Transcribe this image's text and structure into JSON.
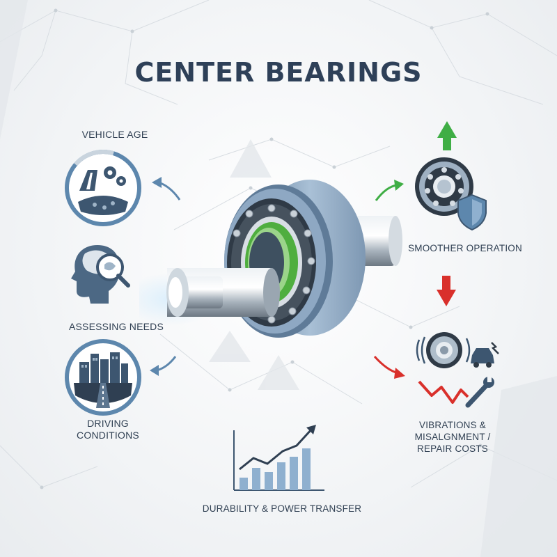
{
  "title": "CENTER BEARINGS",
  "labels": {
    "vehicle_age": "VEHICLE AGE",
    "assessing_needs": "ASSESSING NEEDS",
    "driving_conditions_1": "DRIVING",
    "driving_conditions_2": "CONDITIONS",
    "smoother_operation": "SMOOTHER OPERATION",
    "vibrations_1": "VIBRATIONS &",
    "vibrations_2": "MISALGNMENT /",
    "vibrations_3": "REPAIR COSTS",
    "durability": "DURABILITY & POWER TRANSFER"
  },
  "colors": {
    "title": "#2e4058",
    "bearing_blue": "#8fa9c4",
    "seal_green": "#4fae3f",
    "arrow_blue": "#5d87ad",
    "up_arrow_green": "#3fae45",
    "down_arrow_red": "#d9302b",
    "icon_navy": "#3d5670"
  },
  "icons": [
    "road-gears-icon",
    "head-magnifier-icon",
    "city-road-icon",
    "bearing-shield-icon",
    "vibration-car-icon",
    "zigzag-wrench-icon",
    "bar-growth-icon"
  ]
}
